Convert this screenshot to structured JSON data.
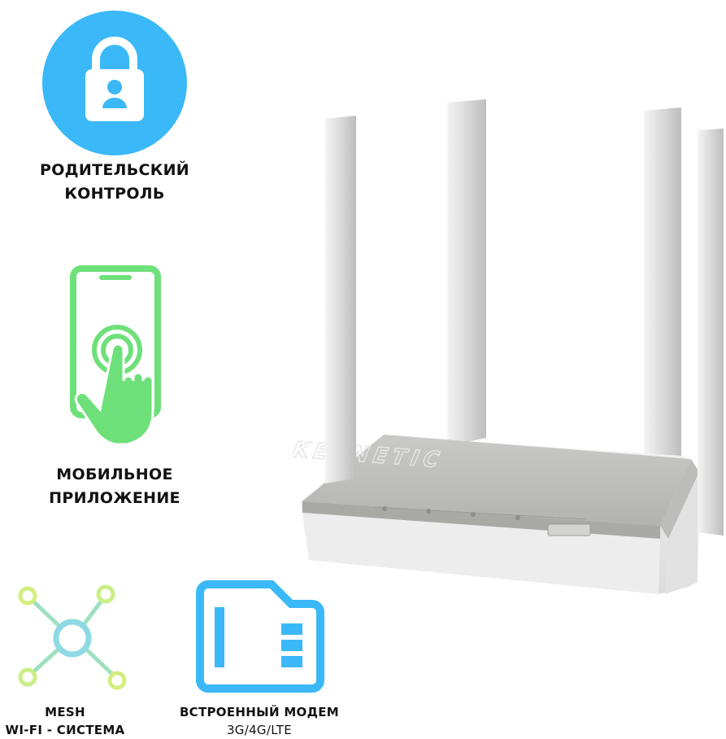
{
  "features": {
    "parental": {
      "line1": "РОДИТЕЛЬСКИЙ",
      "line2": "КОНТРОЛЬ",
      "icon": "lock-icon",
      "color": "#3ab8f7"
    },
    "mobile": {
      "line1": "МОБИЛЬНОЕ",
      "line2": "ПРИЛОЖЕНИЕ",
      "icon": "phone-tap-icon",
      "color": "#6ee07a"
    },
    "mesh": {
      "line1": "MESH",
      "line2": "WI-FI - СИСТЕМА",
      "icon": "mesh-network-icon",
      "color": "#c9ee86"
    },
    "modem": {
      "line1": "ВСТРОЕННЫЙ МОДЕМ",
      "line2": "3G/4G/LTE",
      "icon": "sim-card-icon",
      "color": "#3ab8f7"
    }
  },
  "router": {
    "brand": "KEENETIC",
    "image": "router-image"
  }
}
